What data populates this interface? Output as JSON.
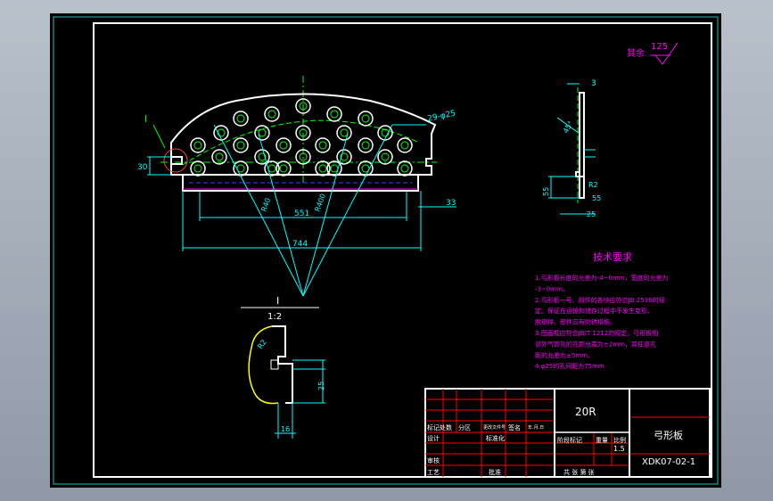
{
  "colors": {
    "background": "#000000",
    "frame": "#ffffff",
    "cyan_frame": "#20c0c0",
    "dimension": "#00ffff",
    "annotation": "#ff00ff",
    "centerline": "#00ff00",
    "title_block": "#ff0000",
    "hole_ring": "#00ff00",
    "profile": "#ffff00",
    "text_white": "#ffffff"
  },
  "roughness": {
    "label": "其余",
    "value": "125"
  },
  "main_view": {
    "section_marker": "I",
    "dim_base_width": "551",
    "dim_total_width": "744",
    "dim_right_offset": "33",
    "dim_left_height": "30",
    "dim_hole_spec": "29-φ25",
    "dim_radius_left": "R40",
    "dim_radius_right": "R400"
  },
  "side_view": {
    "dim_top": "3",
    "dim_angle": "45°",
    "dim_radius": "R2",
    "dim_height": "55",
    "dim_right": "55",
    "dim_bottom": "25"
  },
  "detail_view": {
    "label": "I",
    "scale": "1:2",
    "dim_radius": "R2",
    "dim_height": "25",
    "dim_bottom": "16"
  },
  "tech_requirements": {
    "title": "技术要求",
    "items": [
      "1.弓形板长度的允差为-4~0mm，宽度的允差为",
      "  -3~0mm。",
      "2.弓形板一号、部件的各块应符合JB 2536的规",
      "  定。保证在运输和储存过程中不发生变形、",
      "  脱钢焊、部件应有防锈措施。",
      "3.图画框应符合JB/T 1212的规定。弓形板相",
      "  邻外气管孔的孔距允差为±2mm，其任意孔",
      "  距的允差为±5mm。",
      "4.φ25的孔间距为75mm"
    ]
  },
  "title_block": {
    "material": "20R",
    "part_name": "弓形板",
    "drawing_no": "XDK07-02-1",
    "scale_value": "1.5",
    "row_labels": [
      "标记处数",
      "分区",
      "更改文件号",
      "签名",
      "年.月.日"
    ],
    "design": "设计",
    "standardize": "标准化",
    "stage_mark": "阶段标记",
    "weight": "重量",
    "scale": "比例",
    "review": "审核",
    "process": "工艺",
    "approve": "批准",
    "sheets": "共 张 第 张"
  }
}
